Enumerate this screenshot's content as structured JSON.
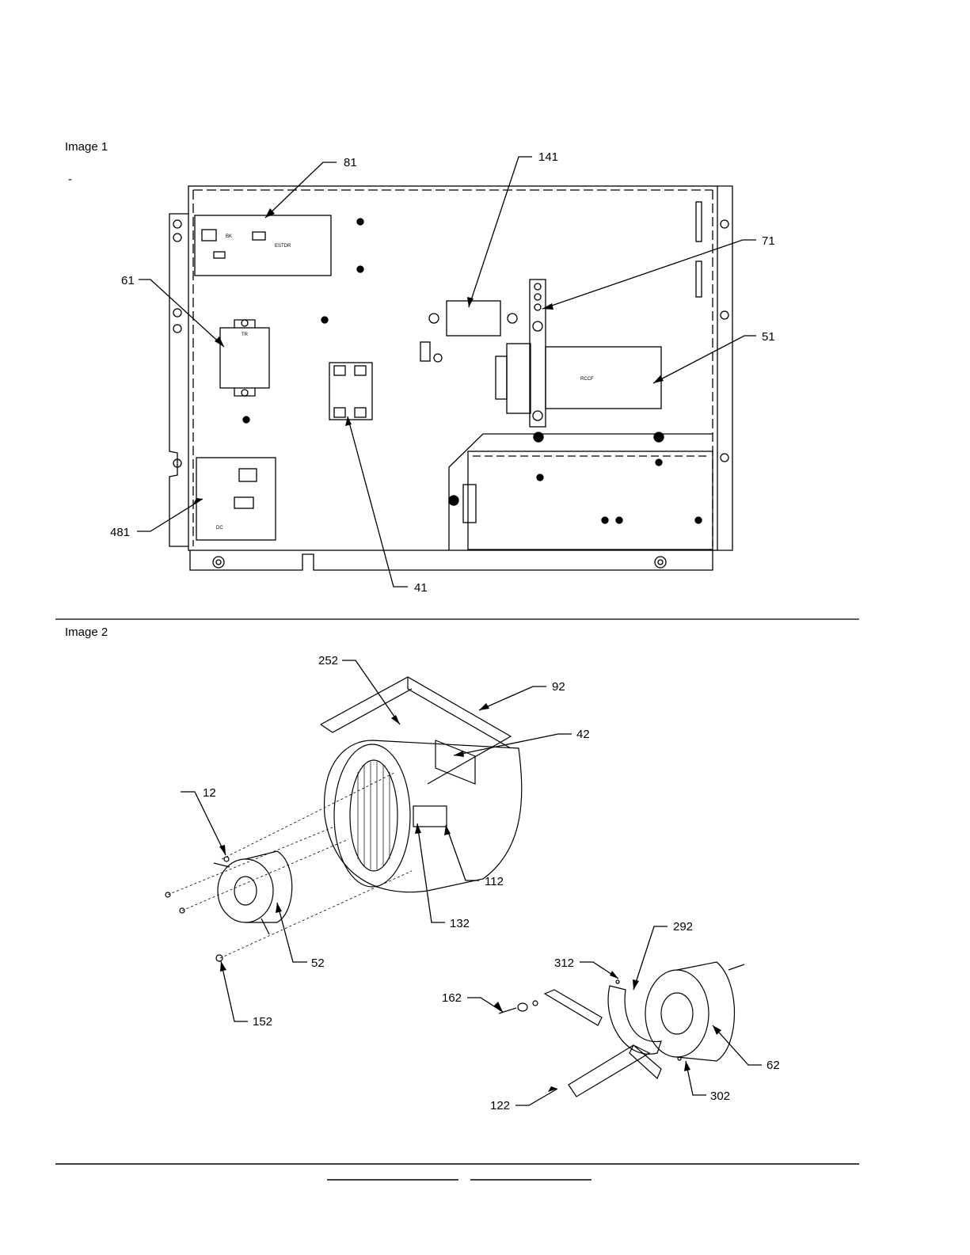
{
  "sections": {
    "image1_label": "Image 1",
    "image1_dash": "-",
    "image2_label": "Image 2"
  },
  "image1_callouts": {
    "c81": "81",
    "c141": "141",
    "c71": "71",
    "c61": "61",
    "c51": "51",
    "c481": "481",
    "c41": "41"
  },
  "image1_board_text": {
    "control_board": "ESTDR",
    "transformer": "TR",
    "capacitor": "RCCF",
    "dc_board": "DC",
    "relay": "BK"
  },
  "image2_callouts": {
    "c252": "252",
    "c92": "92",
    "c42": "42",
    "c12": "12",
    "c112": "112",
    "c132": "132",
    "c52": "52",
    "c152": "152",
    "c292": "292",
    "c312": "312",
    "c162": "162",
    "c62": "62",
    "c302": "302",
    "c122": "122"
  }
}
